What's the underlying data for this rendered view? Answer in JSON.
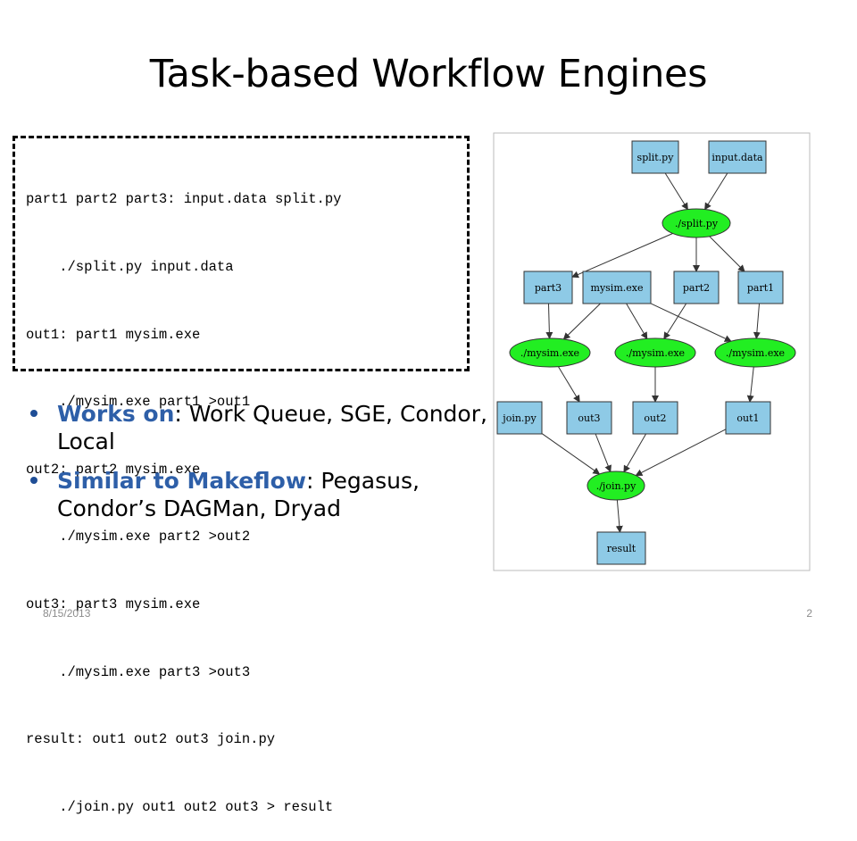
{
  "title": "Task-based Workflow Engines",
  "code_lines": [
    "part1 part2 part3: input.data split.py",
    "    ./split.py input.data",
    "out1: part1 mysim.exe",
    "    ./mysim.exe part1 >out1",
    "out2: part2 mysim.exe",
    "    ./mysim.exe part2 >out2",
    "out3: part3 mysim.exe",
    "    ./mysim.exe part3 >out3",
    "result: out1 out2 out3 join.py",
    "    ./join.py out1 out2 out3 > result"
  ],
  "bullets": [
    {
      "label": "Works on",
      "text": ": Work Queue, SGE, Condor, Local"
    },
    {
      "label": "Similar to Makeflow",
      "text": ": Pegasus, Condor’s DAGMan, Dryad"
    }
  ],
  "footer": {
    "date": "8/15/2013",
    "page": "2"
  },
  "diagram": {
    "colors": {
      "file_fill": "#8ecae6",
      "task_fill": "#22ee22",
      "stroke": "#333333",
      "border": "#bbbbbb"
    },
    "nodes": [
      {
        "id": "split_py",
        "label": "split.py",
        "kind": "file"
      },
      {
        "id": "input_data",
        "label": "input.data",
        "kind": "file"
      },
      {
        "id": "split_task",
        "label": "./split.py",
        "kind": "task"
      },
      {
        "id": "part3",
        "label": "part3",
        "kind": "file"
      },
      {
        "id": "mysim",
        "label": "mysim.exe",
        "kind": "file"
      },
      {
        "id": "part2",
        "label": "part2",
        "kind": "file"
      },
      {
        "id": "part1",
        "label": "part1",
        "kind": "file"
      },
      {
        "id": "sim_a",
        "label": "./mysim.exe",
        "kind": "task"
      },
      {
        "id": "sim_b",
        "label": "./mysim.exe",
        "kind": "task"
      },
      {
        "id": "sim_c",
        "label": "./mysim.exe",
        "kind": "task"
      },
      {
        "id": "join_py",
        "label": "join.py",
        "kind": "file"
      },
      {
        "id": "out3",
        "label": "out3",
        "kind": "file"
      },
      {
        "id": "out2",
        "label": "out2",
        "kind": "file"
      },
      {
        "id": "out1",
        "label": "out1",
        "kind": "file"
      },
      {
        "id": "join_task",
        "label": "./join.py",
        "kind": "task"
      },
      {
        "id": "result",
        "label": "result",
        "kind": "file"
      }
    ],
    "edges": [
      [
        "split_py",
        "split_task"
      ],
      [
        "input_data",
        "split_task"
      ],
      [
        "split_task",
        "part3"
      ],
      [
        "split_task",
        "part2"
      ],
      [
        "split_task",
        "part1"
      ],
      [
        "part3",
        "sim_a"
      ],
      [
        "mysim",
        "sim_a"
      ],
      [
        "mysim",
        "sim_b"
      ],
      [
        "mysim",
        "sim_c"
      ],
      [
        "part2",
        "sim_b"
      ],
      [
        "part1",
        "sim_c"
      ],
      [
        "sim_a",
        "out3"
      ],
      [
        "sim_b",
        "out2"
      ],
      [
        "sim_c",
        "out1"
      ],
      [
        "join_py",
        "join_task"
      ],
      [
        "out3",
        "join_task"
      ],
      [
        "out2",
        "join_task"
      ],
      [
        "out1",
        "join_task"
      ],
      [
        "join_task",
        "result"
      ]
    ]
  }
}
